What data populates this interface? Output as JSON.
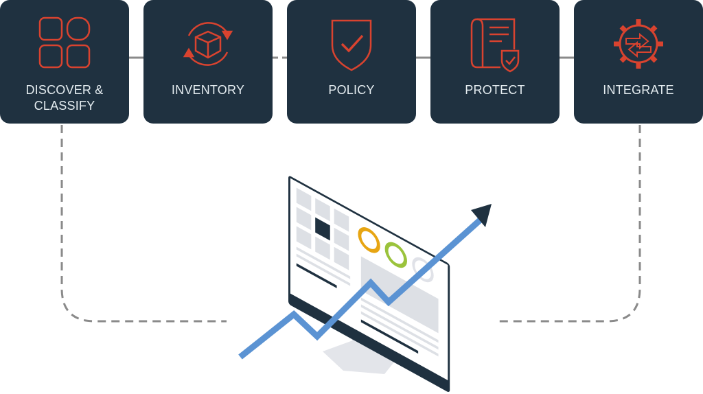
{
  "steps": [
    {
      "label_line1": "DISCOVER &",
      "label_line2": "CLASSIFY",
      "icon": "grid-shapes-icon"
    },
    {
      "label": "INVENTORY",
      "icon": "rotating-box-icon"
    },
    {
      "label": "POLICY",
      "icon": "shield-check-icon"
    },
    {
      "label": "PROTECT",
      "icon": "document-shield-icon"
    },
    {
      "label": "INTEGRATE",
      "icon": "gear-arrows-icon"
    }
  ],
  "colors": {
    "card": "#1f3140",
    "accent": "#d9432f",
    "trend": "#5b93d3",
    "connector": "#8a8a8a"
  }
}
